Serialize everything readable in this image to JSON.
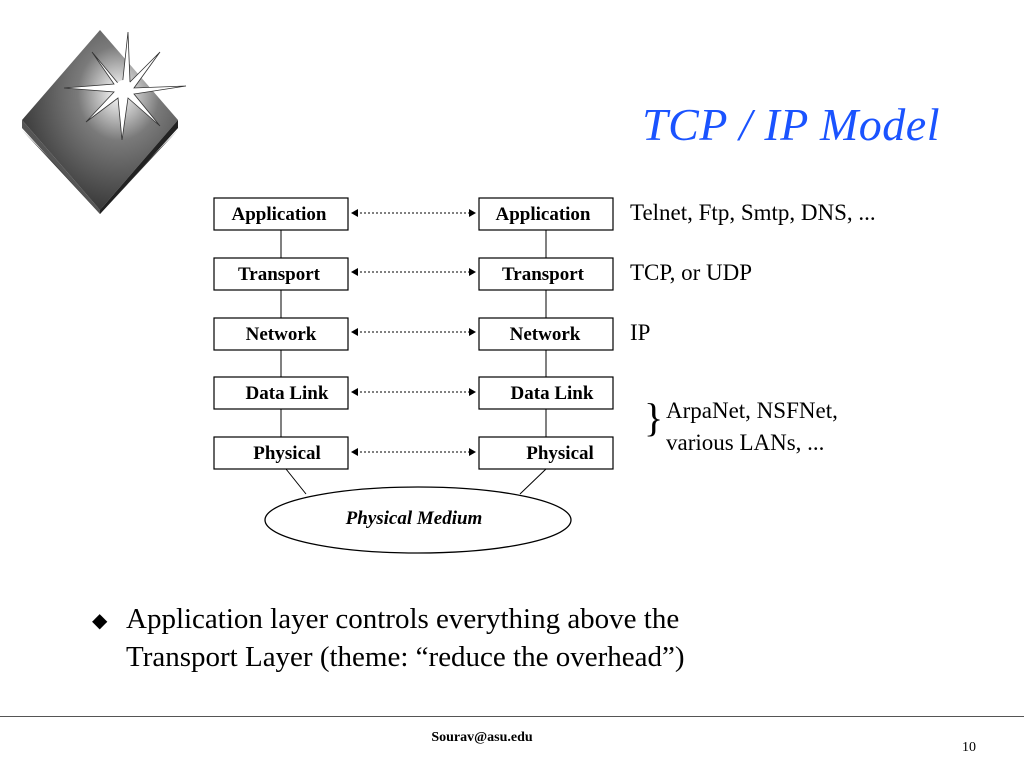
{
  "slide": {
    "title": "TCP / IP Model",
    "footer_email": "Sourav@asu.edu",
    "page_number": "10"
  },
  "stack_left": [
    "Application",
    "Transport",
    "Network",
    "Data Link",
    "Physical"
  ],
  "stack_right": [
    "Application",
    "Transport",
    "Network",
    "Data Link",
    "Physical"
  ],
  "protocols": {
    "application": "Telnet, Ftp, Smtp, DNS, ...",
    "transport": "TCP, or UDP",
    "network": "IP",
    "lower_line1": "ArpaNet, NSFNet,",
    "lower_line2": "various LANs, ...",
    "brace": "}"
  },
  "medium": "Physical Medium",
  "bullet": {
    "line1": "Application layer controls everything above the",
    "line2": "Transport Layer (theme: “reduce the overhead”)"
  },
  "colors": {
    "title": "#1a53ff"
  }
}
